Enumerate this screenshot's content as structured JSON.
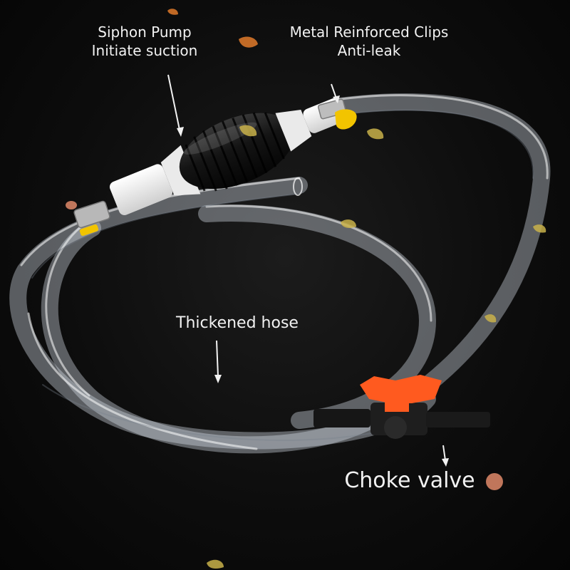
{
  "labels": {
    "pump": {
      "line1": "Siphon Pump",
      "line2": "Initiate suction"
    },
    "clips": {
      "line1": "Metal Reinforced Clips",
      "line2": "Anti-leak"
    },
    "hose": "Thickened hose",
    "valve": "Choke valve"
  },
  "colors": {
    "background": "#0a0a0a",
    "hose": "#e8eef2",
    "bulb": "#1a1a1a",
    "fitting": "#f1f1ee",
    "clip_handle": "#f2c400",
    "valve": "#ff5a1f",
    "leaf": "#e07a2a",
    "text": "#f2f2f2"
  }
}
